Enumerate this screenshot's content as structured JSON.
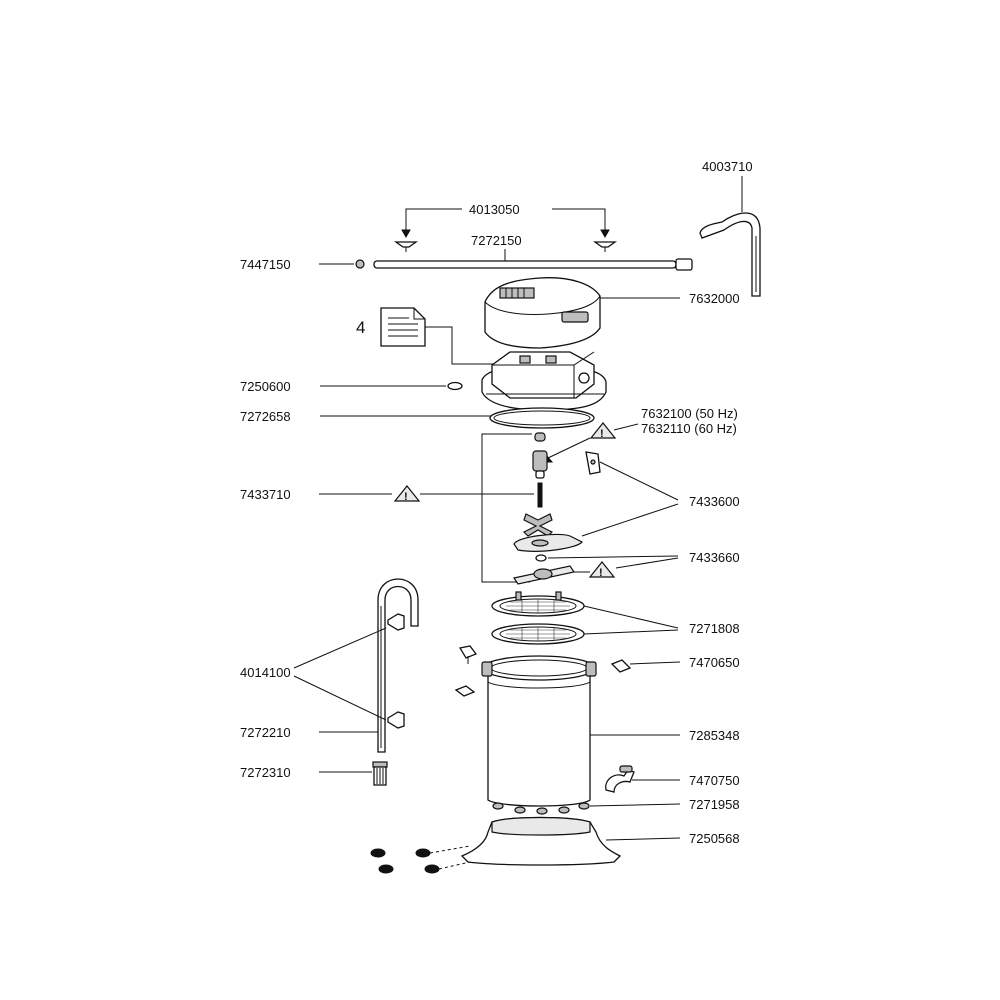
{
  "labels": {
    "p4003710": "4003710",
    "p4013050": "4013050",
    "p7272150": "7272150",
    "p7447150": "7447150",
    "p7632000": "7632000",
    "p4": "4",
    "p7250600": "7250600",
    "p7272658": "7272658",
    "p7632100": "7632100 (50 Hz)",
    "p7632110": "7632110 (60 Hz)",
    "p7433710": "7433710",
    "p7433600": "7433600",
    "p7433660": "7433660",
    "p7271808": "7271808",
    "p7470650": "7470650",
    "p4014100": "4014100",
    "p7272210": "7272210",
    "p7285348": "7285348",
    "p7272310": "7272310",
    "p7470750": "7470750",
    "p7271958": "7271958",
    "p7250568": "7250568",
    "warning": "!"
  },
  "icons": {
    "warning": "warning-triangle-icon",
    "document": "document-icon"
  }
}
